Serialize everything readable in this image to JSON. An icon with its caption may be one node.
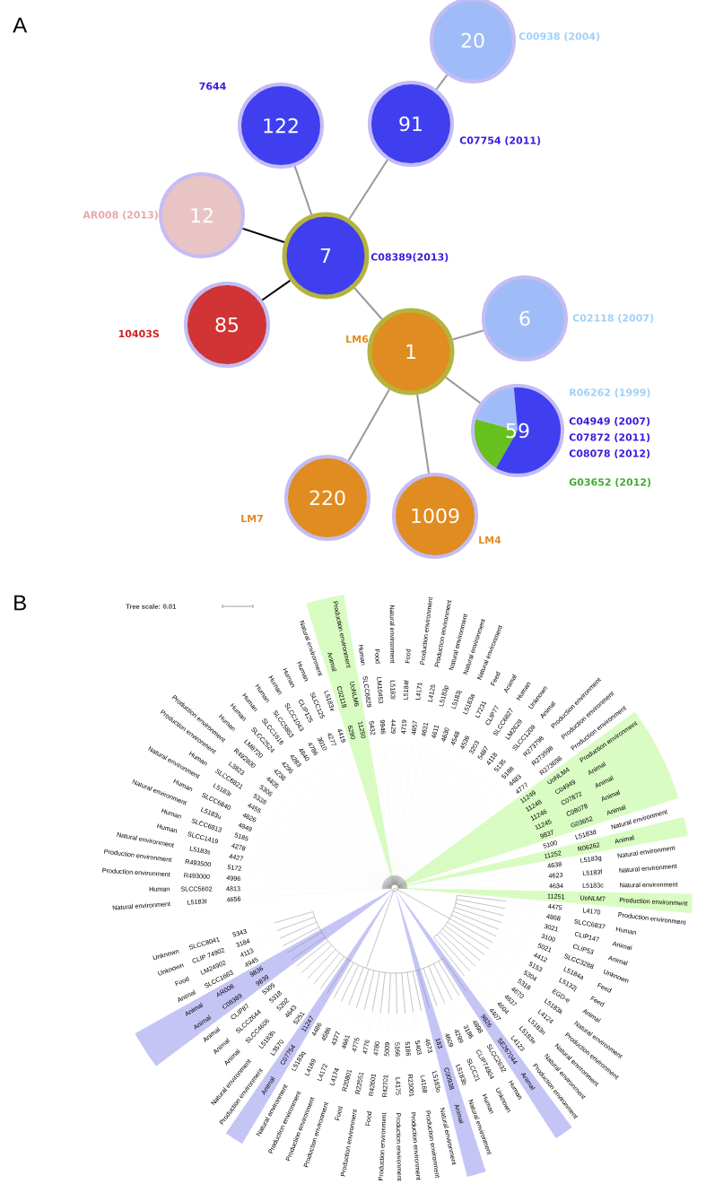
{
  "diagram": {
    "nodes": [
      {
        "text": [
          "20"
        ],
        "beside": [
          "C00938 (2004)"
        ]
      },
      {
        "text": [
          "122"
        ],
        "beside": [
          "7644"
        ]
      },
      {
        "text": [
          "91"
        ],
        "beside": [
          "C07754 (2011)"
        ]
      },
      {
        "text": [
          "12"
        ],
        "beside": [
          "AR008 (2013)"
        ]
      },
      {
        "text": [
          "7"
        ],
        "beside": [
          "C08389(2013)"
        ]
      },
      {
        "text": [
          "85"
        ],
        "beside": [
          "10403S"
        ]
      },
      {
        "text": [
          "1"
        ],
        "beside": [
          "LM6"
        ]
      },
      {
        "text": [
          "6"
        ],
        "beside": [
          "C02118 (2007)"
        ]
      },
      {
        "text": [
          "59"
        ],
        "beside": [
          "R06262 (1999)",
          "C04949 (2007)",
          "C07872 (2011)",
          "C08078 (2012)",
          "G03652 (2012)"
        ]
      },
      {
        "text": [
          "220"
        ],
        "beside": [
          "LM7"
        ]
      },
      {
        "text": [
          "1009"
        ],
        "beside": [
          "LM4"
        ]
      }
    ],
    "edges": [
      {
        "from": 0,
        "to": 2,
        "arrow": "none"
      },
      {
        "from": 1,
        "to": 4,
        "arrow": "none"
      },
      {
        "from": 2,
        "to": 4,
        "arrow": "none"
      },
      {
        "from": 3,
        "to": 4,
        "arrow": "none",
        "color": "#000000"
      },
      {
        "from": 5,
        "to": 4,
        "arrow": "none",
        "color": "#000000"
      },
      {
        "from": 4,
        "to": 6,
        "arrow": "none"
      },
      {
        "from": 6,
        "to": 7,
        "arrow": "none"
      },
      {
        "from": 6,
        "to": 8,
        "arrow": "none"
      },
      {
        "from": 6,
        "to": 9,
        "arrow": "none"
      },
      {
        "from": 6,
        "to": 10,
        "arrow": "none"
      }
    ],
    "labels": [
      "A",
      "B",
      "Tree scale: 0.01",
      "4656",
      "L5183t",
      "Natural environment",
      "4813",
      "SLCC5602",
      "Human",
      "4996",
      "R493000",
      "Production environment",
      "5172",
      "R493500",
      "Production environment",
      "4427",
      "L5183s",
      "Natural environment",
      "4278",
      "SLCC1419",
      "Human",
      "5185",
      "SLCC6813",
      "Human",
      "4849",
      "L5183u",
      "Natural environment",
      "4826",
      "SLCC6840",
      "Human",
      "4455",
      "L5183r",
      "Natural environment",
      "5338",
      "SLCC6821",
      "Human",
      "5306",
      "L3823",
      "Production environment",
      "4405",
      "R492800",
      "Production environment",
      "4236",
      "LM8720",
      "Human",
      "4295",
      "SLCC2524",
      "Human",
      "4283",
      "SLCC1616",
      "Human",
      "4840",
      "SLCC5853",
      "Human",
      "4786",
      "SLCC1043",
      "Human",
      "3010",
      "CLIP125",
      "Human",
      "4277",
      "SLCC125",
      "Human",
      "4419",
      "L5183v",
      "Natural environment",
      "6290",
      "C02118",
      "Animal",
      "11250",
      "UoNLM6",
      "Production environment",
      "5432",
      "SLCC6829",
      "Human",
      "9946",
      "LM10453",
      "Food",
      "4429",
      "L5183l",
      "Natural environment",
      "4719",
      "L5184f",
      "Food",
      "4657",
      "L4171",
      "Production environment",
      "4631",
      "L4125",
      "Production environment",
      "4611",
      "L5183p",
      "Natural environment",
      "4630",
      "L5183j",
      "Natural environment",
      "4548",
      "L5183a",
      "Natural environment",
      "4536",
      "L7231",
      "Feed",
      "3203",
      "CLIP77",
      "Animal",
      "5487",
      "SLCC6827",
      "Human",
      "4118",
      "LM2629",
      "Unknown",
      "5135",
      "SLCC1209",
      "Animal",
      "5188",
      "R273798",
      "Production environment",
      "4483",
      "R273598",
      "Production environment",
      "4777",
      "R273698",
      "Production environment",
      "11249",
      "UoNLM4",
      "Production environment",
      "11248",
      "C04949",
      "Animal",
      "11246",
      "C07872",
      "Animal",
      "11245",
      "C08078",
      "Animal",
      "9837",
      "G03652",
      "Animal",
      "5100",
      "L5183d",
      "Natural environment",
      "11252",
      "R06262",
      "Animal",
      "4638",
      "L5183g",
      "Natural environment",
      "4623",
      "L5183f",
      "Natural environment",
      "4634",
      "L5183c",
      "Natural environment",
      "11251",
      "UoNLM7",
      "Production environment",
      "4475",
      "L4170",
      "Production environment",
      "4868",
      "SLCC6837",
      "Human",
      "3021",
      "CLIP147",
      "Animal",
      "3100",
      "CLIP53",
      "Animal",
      "5021",
      "SLCC3288",
      "Unknown",
      "4412",
      "L5184a",
      "Feed",
      "5153",
      "L5132j",
      "Feed",
      "5304",
      "EGD-e",
      "Animal",
      "5318",
      "L5183k",
      "Natural environment",
      "4670",
      "L4124",
      "Production environment",
      "4637",
      "L5183n",
      "Natural environment",
      "4604",
      "L5183e",
      "Natural environment",
      "4407",
      "L4123",
      "Production environment",
      "9826",
      "SE267044",
      "Animal",
      "4898",
      "SLCC2632",
      "Human",
      "3186",
      "CLIP74904",
      "Unknown",
      "4299",
      "SLCC21",
      "Human",
      "4609",
      "L5183b",
      "Natural environment",
      "183",
      "C00938",
      "Animal",
      "4673",
      "L5183o",
      "Natural environment",
      "5403",
      "L4168",
      "Production environment",
      "5186",
      "R23001",
      "Production environment",
      "5166",
      "L4175",
      "Production environment",
      "5009",
      "R42701",
      "Production environment",
      "4780",
      "R42601",
      "Food",
      "4776",
      "R22551",
      "Production environment",
      "4775",
      "R20801",
      "Food",
      "4661",
      "L4174",
      "Production environment",
      "4377",
      "L4172",
      "Production environment",
      "4586",
      "L4169",
      "Production environment",
      "4486",
      "L5183q",
      "Natural environment",
      "11247",
      "C07754",
      "Animal",
      "5251",
      "L3570",
      "Production environment",
      "4643",
      "L5183h",
      "Natural environment",
      "5202",
      "SLCC4606",
      "Animal",
      "5318",
      "SLCC2644",
      "Animal",
      "5305",
      "CLIP87",
      "Animal",
      "9839",
      "C08389",
      "Animal",
      "9836",
      "AR008",
      "Animal",
      "4945",
      "SLCC1663",
      "Animal",
      "4113",
      "LM24902",
      "Food",
      "3184",
      "CLIP 74902",
      "Unknown",
      "5343",
      "SLCC8041",
      "Unknown"
    ]
  }
}
